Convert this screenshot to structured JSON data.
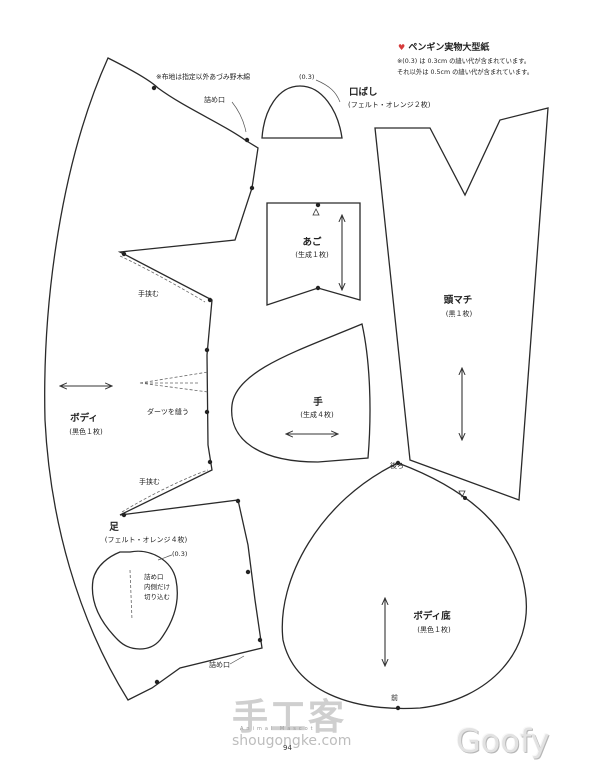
{
  "header": {
    "title": "ペンギン実物大型紙",
    "note1": "※(0.3) は 0.3cm の縫い代が含まれています。",
    "note2": "それ以外は 0.5cm の縫い代が含まれています。"
  },
  "fabric_note": "※布地は指定以外あづみ野木綿",
  "pieces": {
    "body": {
      "name": "ボディ",
      "spec": "(黒色１枚)"
    },
    "beak": {
      "name": "口ばし",
      "spec": "(フェルト・オレンジ２枚)",
      "seam": "(0.3)"
    },
    "chin": {
      "name": "あご",
      "spec": "(生成１枚)"
    },
    "head_gusset": {
      "name": "頭マチ",
      "spec": "(黒１枚)"
    },
    "hand": {
      "name": "手",
      "spec": "(生成４枚)"
    },
    "foot": {
      "name": "足",
      "spec": "(フェルト・オレンジ４枚)",
      "seam": "(0.3)"
    },
    "bottom": {
      "name": "ボディ底",
      "spec": "(黒色１枚)"
    }
  },
  "annotations": {
    "opening_top": "詰め口",
    "opening_bottom": "詰め口",
    "hand_insert_top": "手挟む",
    "hand_insert_bottom": "手挟む",
    "dart": "ダーツを縫う",
    "foot_note_1": "詰め口",
    "foot_note_2": "内側だけ",
    "foot_note_3": "切り込む",
    "back": "後ろ",
    "front": "前"
  },
  "footer": {
    "page_number": "94",
    "running_title": "Animal Mascot",
    "watermark_cn": "手工客",
    "watermark_url": "shougongke.com",
    "watermark_sig": "Goofy"
  }
}
